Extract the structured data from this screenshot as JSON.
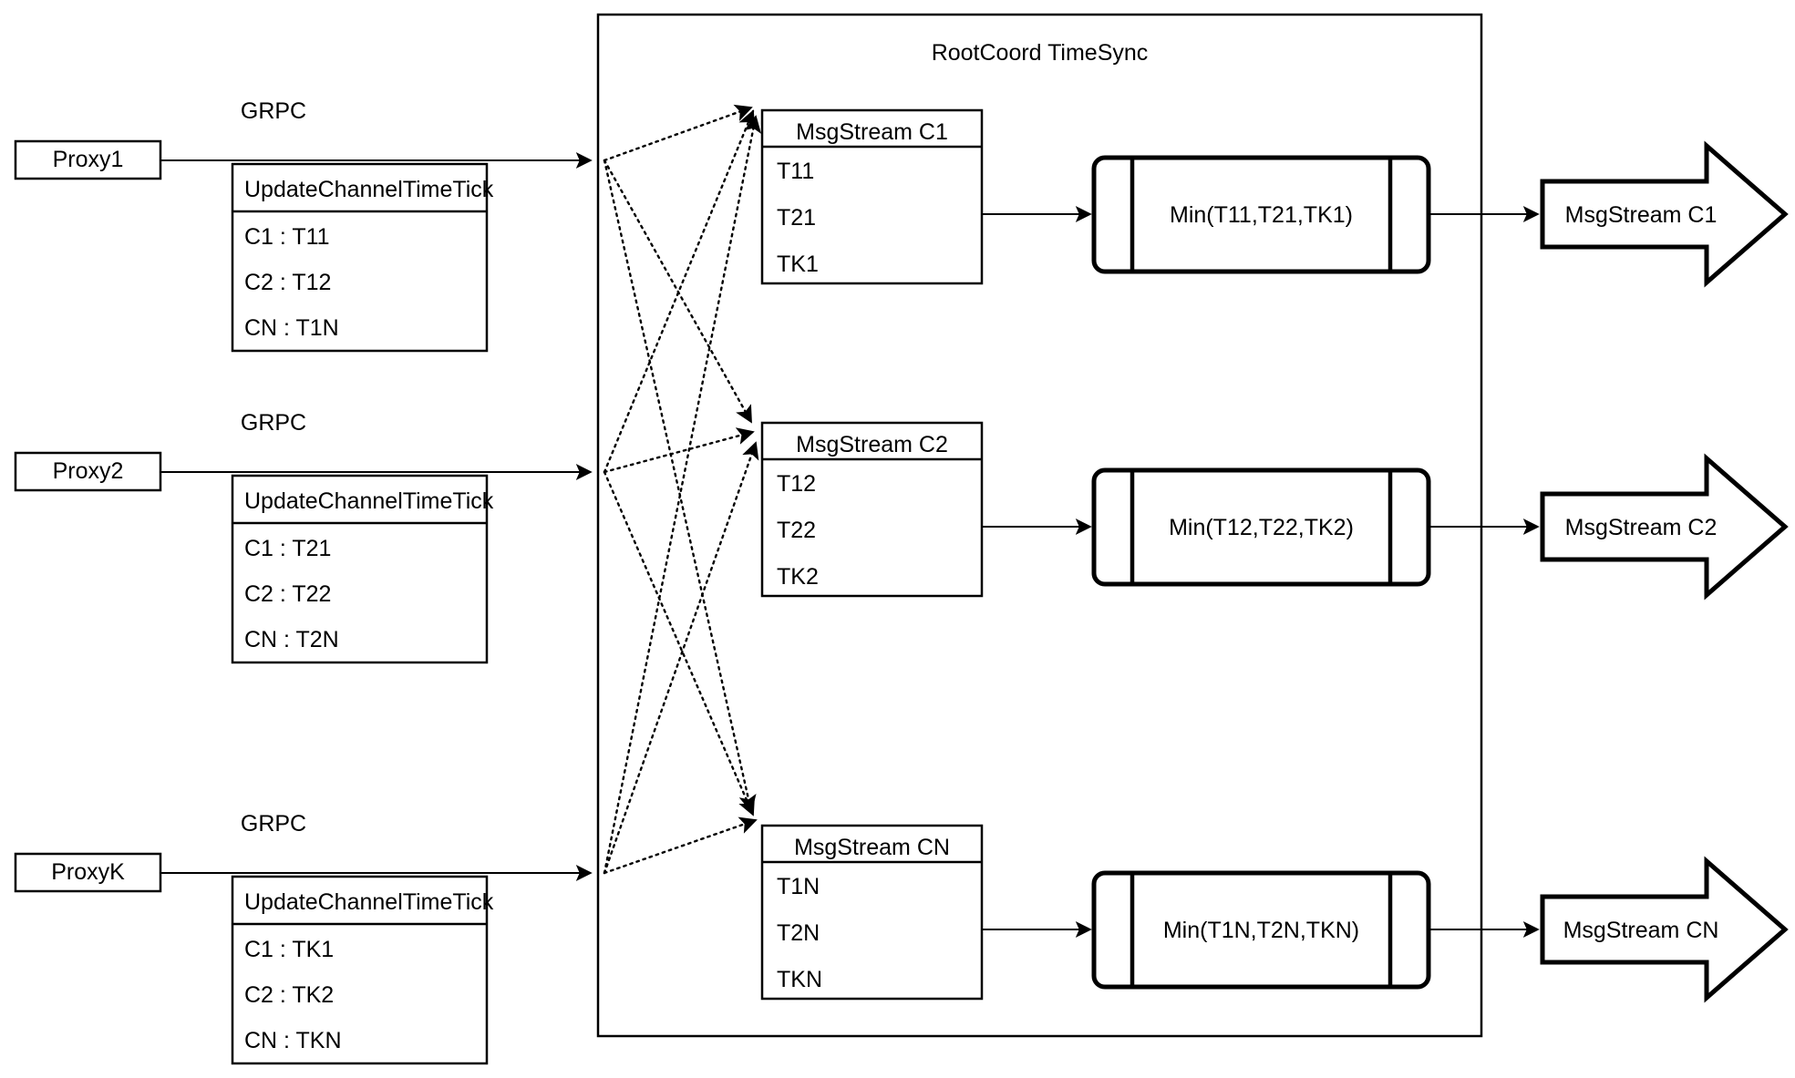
{
  "diagram": {
    "title": "RootCoord TimeSync",
    "container_label": "RootCoord TimeSync",
    "link_label": "GRPC"
  },
  "proxies": [
    {
      "name": "Proxy1",
      "link": "GRPC",
      "table": {
        "header": "UpdateChannelTimeTick",
        "rows": [
          "C1 :  T11",
          "C2 :  T12",
          "CN : T1N"
        ]
      }
    },
    {
      "name": "Proxy2",
      "link": "GRPC",
      "table": {
        "header": "UpdateChannelTimeTick",
        "rows": [
          "C1 :  T21",
          "C2 :  T22",
          "CN : T2N"
        ]
      }
    },
    {
      "name": "ProxyK",
      "link": "GRPC",
      "table": {
        "header": "UpdateChannelTimeTick",
        "rows": [
          "C1 :  TK1",
          "C2 :  TK2",
          "CN : TKN"
        ]
      }
    }
  ],
  "msgstreams": [
    {
      "header": "MsgStream C1",
      "rows": [
        "T11",
        "T21",
        "TK1"
      ]
    },
    {
      "header": "MsgStream C2",
      "rows": [
        "T12",
        "T22",
        "TK2"
      ]
    },
    {
      "header": "MsgStream CN",
      "rows": [
        "T1N",
        "T2N",
        "TKN"
      ]
    }
  ],
  "processors": [
    {
      "label": "Min(T11,T21,TK1)"
    },
    {
      "label": "Min(T12,T22,TK2)"
    },
    {
      "label": "Min(T1N,T2N,TKN)"
    }
  ],
  "outputs": [
    {
      "label": "MsgStream C1"
    },
    {
      "label": "MsgStream C2"
    },
    {
      "label": "MsgStream CN"
    }
  ],
  "colors": {
    "stroke": "#000000",
    "background": "#ffffff"
  }
}
